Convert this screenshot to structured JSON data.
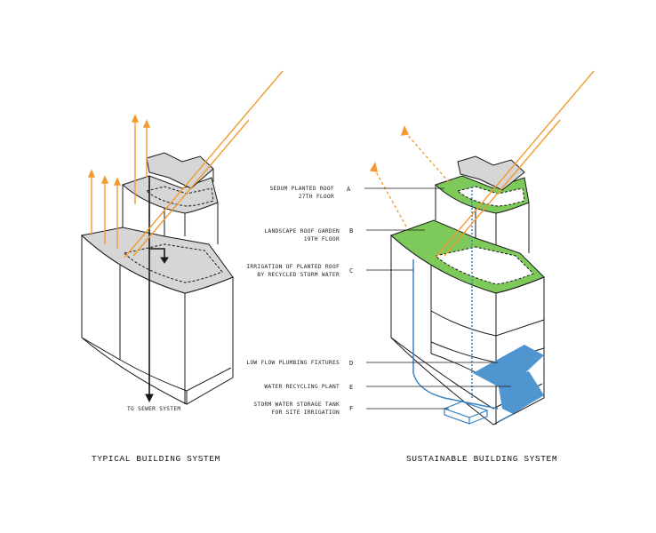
{
  "colors": {
    "sun": "#f29a2e",
    "roof_green": "#7dc95a",
    "water_blue": "#3b83c4",
    "fixture_blue": "#4f95d0",
    "roof_gray": "#d6d6d6",
    "outline": "#1a1a1a"
  },
  "left_diagram": {
    "caption": "TYPICAL BUILDING SYSTEM",
    "sewer_label": "TO SEWER SYSTEM"
  },
  "right_diagram": {
    "caption": "SUSTAINABLE BUILDING SYSTEM",
    "labels": [
      {
        "letter": "A",
        "lines": [
          "SEDUM PLANTED ROOF",
          "27TH FLOOR"
        ]
      },
      {
        "letter": "B",
        "lines": [
          "LANDSCAPE ROOF GARDEN",
          "19TH FLOOR"
        ]
      },
      {
        "letter": "C",
        "lines": [
          "IRRIGATION OF PLANTED ROOF",
          "BY RECYCLED STORM WATER"
        ]
      },
      {
        "letter": "D",
        "lines": [
          "LOW FLOW PLUMBING FIXTURES"
        ]
      },
      {
        "letter": "E",
        "lines": [
          "WATER RECYCLING PLANT"
        ]
      },
      {
        "letter": "F",
        "lines": [
          "STORM WATER STORAGE TANK",
          "FOR SITE IRRIGATION"
        ]
      }
    ]
  }
}
